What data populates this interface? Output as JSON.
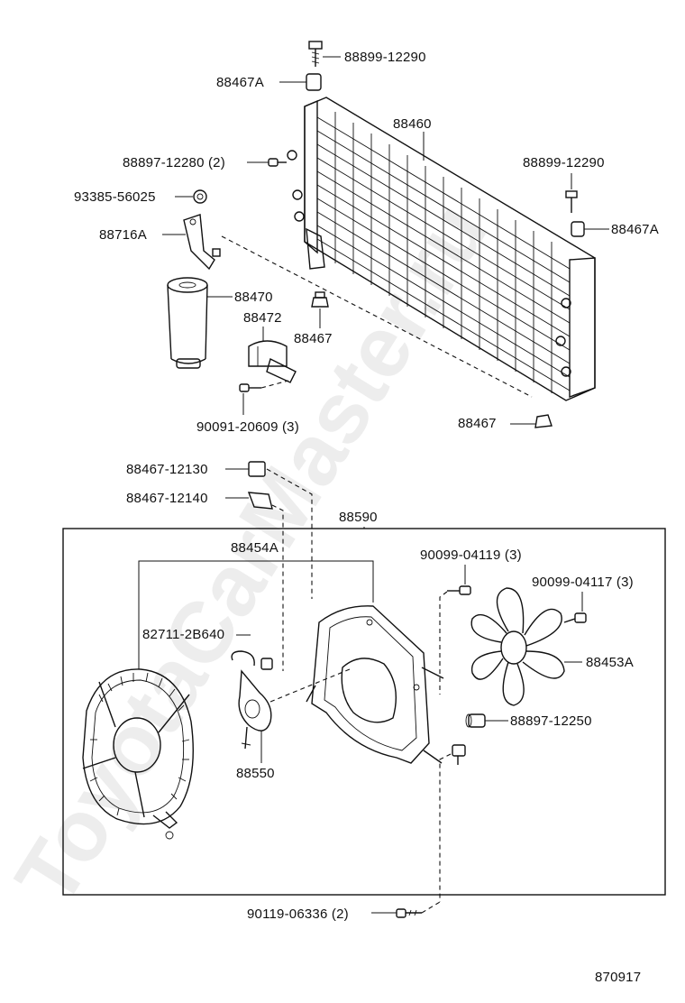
{
  "watermark": "ToyotaCarMaster.ru",
  "figure_code": "870917",
  "labels": {
    "bolt_top": "88899-12290",
    "cushion_top": "88467A",
    "condenser": "88460",
    "bolt_left": "88897-12280 (2)",
    "bolt_right": "88899-12290",
    "plug": "93385-56025",
    "bracket_a": "88716A",
    "cushion_right": "88467A",
    "receiver": "88470",
    "bracket_b": "88472",
    "cushion_mid": "88467",
    "screw_bracket": "90091-20609 (3)",
    "cushion_low": "88467",
    "clamp_1": "88467-12130",
    "clamp_2": "88467-12140",
    "fan_assy": "88590",
    "shroud": "88454A",
    "screw_fan1": "90099-04119 (3)",
    "screw_fan2": "90099-04117 (3)",
    "wire": "82711-2B640",
    "fan": "88453A",
    "nut": "88897-12250",
    "motor": "88550",
    "bolt_bottom": "90119-06336 (2)"
  }
}
